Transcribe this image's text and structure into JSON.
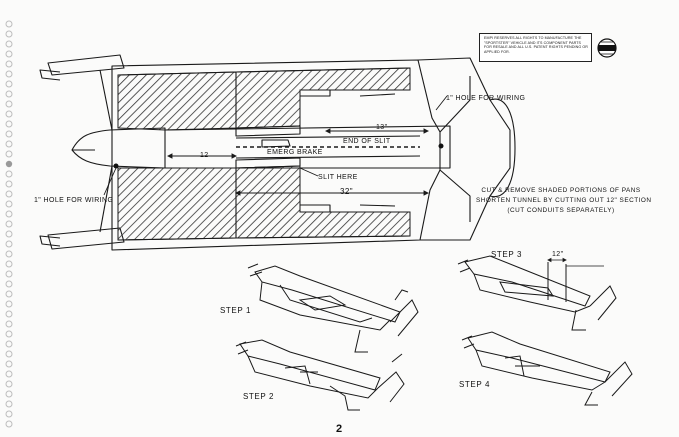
{
  "notice": {
    "text": "EMPI RESERVES ALL RIGHTS TO MANUFACTURE THE \"SPORTSTER\" VEHICLE AND ITS COMPONENT PARTS FOR RESALE AND ALL U.S. PATENT RIGHTS PENDING OR APPLIED FOR."
  },
  "logo": {
    "text": "EMPI"
  },
  "labels": {
    "hole_right": "1\" HOLE FOR WIRING",
    "hole_left": "1\" HOLE FOR WIRING",
    "dim_13": "13\"",
    "end_of_slit": "END OF SLIT",
    "dim_12": "12",
    "emerg_brake": "EMERG BRAKE",
    "slit_here": "SLIT HERE",
    "dim_32": "32\""
  },
  "instructions": [
    "CUT & REMOVE SHADED PORTIONS OF PANS",
    "SHORTEN TUNNEL BY CUTTING OUT 12\" SECTION",
    "(CUT CONDUITS SEPARATELY)"
  ],
  "steps": {
    "step1": "STEP 1",
    "step2": "STEP 2",
    "step3": "STEP 3",
    "step4": "STEP 4",
    "step3_dim": "12\""
  },
  "page_number": "2",
  "colors": {
    "ink": "#1a1a1a",
    "paper": "#fbfbfa"
  }
}
